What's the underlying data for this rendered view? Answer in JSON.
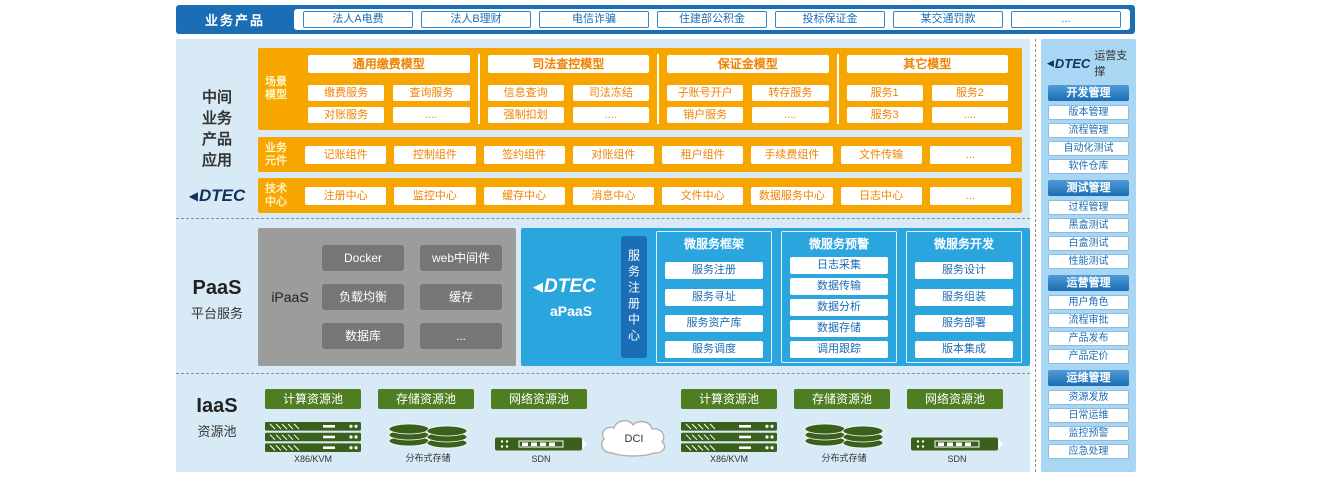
{
  "colors": {
    "blue": "#1b6db5",
    "orange": "#f7a600",
    "light_blue": "#d9eaf7",
    "sidebar_blue": "#a9d6f2",
    "apaas_blue": "#2aa5de",
    "gray": "#9c9c9c",
    "green": "#4e7d22"
  },
  "topbar": {
    "label": "业务产品",
    "products": [
      "法人A电费",
      "法人B理财",
      "电信诈骗",
      "住建部公积金",
      "投标保证金",
      "某交通罚款",
      "..."
    ]
  },
  "mid": {
    "label": "中间业务产品应用",
    "brand": "DTEC",
    "scene": {
      "tag": "场景模型",
      "groups": [
        {
          "title": "通用缴费模型",
          "items": [
            "缴费服务",
            "查询服务",
            "对账服务",
            "...."
          ]
        },
        {
          "title": "司法查控模型",
          "items": [
            "信息查询",
            "司法冻结",
            "强制扣划",
            "...."
          ]
        },
        {
          "title": "保证金模型",
          "items": [
            "子账号开户",
            "转存服务",
            "销户服务",
            "...."
          ]
        },
        {
          "title": "其它模型",
          "items": [
            "服务1",
            "服务2",
            "服务3",
            "...."
          ]
        }
      ]
    },
    "components": {
      "tag": "业务元件",
      "items": [
        "记账组件",
        "控制组件",
        "签约组件",
        "对账组件",
        "租户组件",
        "手续费组件",
        "文件传输",
        "..."
      ]
    },
    "tech": {
      "tag": "技术中心",
      "items": [
        "注册中心",
        "监控中心",
        "缓存中心",
        "消息中心",
        "文件中心",
        "数据服务中心",
        "日志中心",
        "..."
      ]
    }
  },
  "paas": {
    "title": "PaaS",
    "subtitle": "平台服务",
    "ipaas": {
      "label": "iPaaS",
      "items": [
        "Docker",
        "web中间件",
        "负载均衡",
        "缓存",
        "数据库",
        "..."
      ]
    },
    "apaas": {
      "brand": "DTEC",
      "label": "aPaaS",
      "registry": "服务注册中心",
      "groups": [
        {
          "title": "微服务框架",
          "items": [
            "服务注册",
            "服务寻址",
            "服务资产库",
            "服务调度"
          ]
        },
        {
          "title": "微服务预警",
          "items": [
            "日志采集",
            "数据传输",
            "数据分析",
            "数据存储",
            "调用跟踪"
          ]
        },
        {
          "title": "微服务开发",
          "items": [
            "服务设计",
            "服务组装",
            "服务部署",
            "版本集成"
          ]
        }
      ]
    }
  },
  "iaas": {
    "title": "IaaS",
    "subtitle": "资源池",
    "dci": "DCI",
    "clusters": [
      {
        "pools": [
          "计算资源池",
          "存储资源池",
          "网络资源池"
        ],
        "hw": [
          "X86/KVM",
          "分布式存储",
          "SDN"
        ]
      },
      {
        "pools": [
          "计算资源池",
          "存储资源池",
          "网络资源池"
        ],
        "hw": [
          "X86/KVM",
          "分布式存储",
          "SDN"
        ]
      }
    ]
  },
  "sidebar": {
    "brand": "DTEC",
    "title": "运营支撑",
    "groups": [
      {
        "title": "开发管理",
        "items": [
          "版本管理",
          "流程管理",
          "自动化测试",
          "软件仓库"
        ]
      },
      {
        "title": "测试管理",
        "items": [
          "过程管理",
          "黑盒测试",
          "白盒测试",
          "性能测试"
        ]
      },
      {
        "title": "运营管理",
        "items": [
          "用户角色",
          "流程审批",
          "产品发布",
          "产品定价"
        ]
      },
      {
        "title": "运维管理",
        "items": [
          "资源发放",
          "日常运维",
          "监控预警",
          "应急处理"
        ]
      }
    ]
  }
}
